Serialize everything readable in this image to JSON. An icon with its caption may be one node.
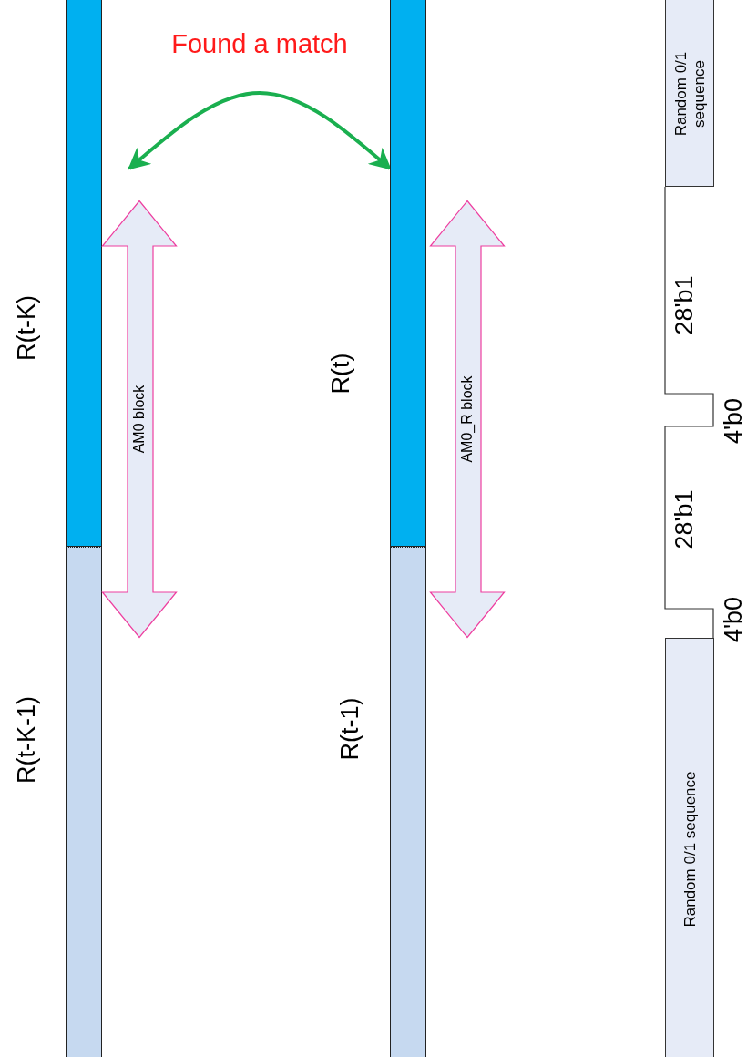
{
  "diagram": {
    "nodes": [
      {
        "text": [],
        "shape": "bar",
        "beside": [
          "R(t-K)"
        ]
      },
      {
        "text": [],
        "shape": "bar",
        "beside": [
          "R(t-K-1)"
        ]
      },
      {
        "text": [
          "AM0 block"
        ]
      },
      {
        "text": [],
        "shape": "bar",
        "beside": [
          "R(t)"
        ]
      },
      {
        "text": [],
        "shape": "bar",
        "beside": [
          "R(t-1)"
        ]
      },
      {
        "text": [
          "AM0_R block"
        ]
      },
      {
        "text": [
          "Random 0/1 sequence"
        ]
      },
      {
        "text": [
          "Random 0/1 sequence"
        ]
      }
    ],
    "edges": [
      {
        "from": 0,
        "to": 3,
        "arrow": "both",
        "label": "Found a match",
        "color": "#1aaf4f"
      }
    ],
    "labels": [
      "28'b1",
      "4'b0",
      "28'b1",
      "4'b0"
    ]
  }
}
